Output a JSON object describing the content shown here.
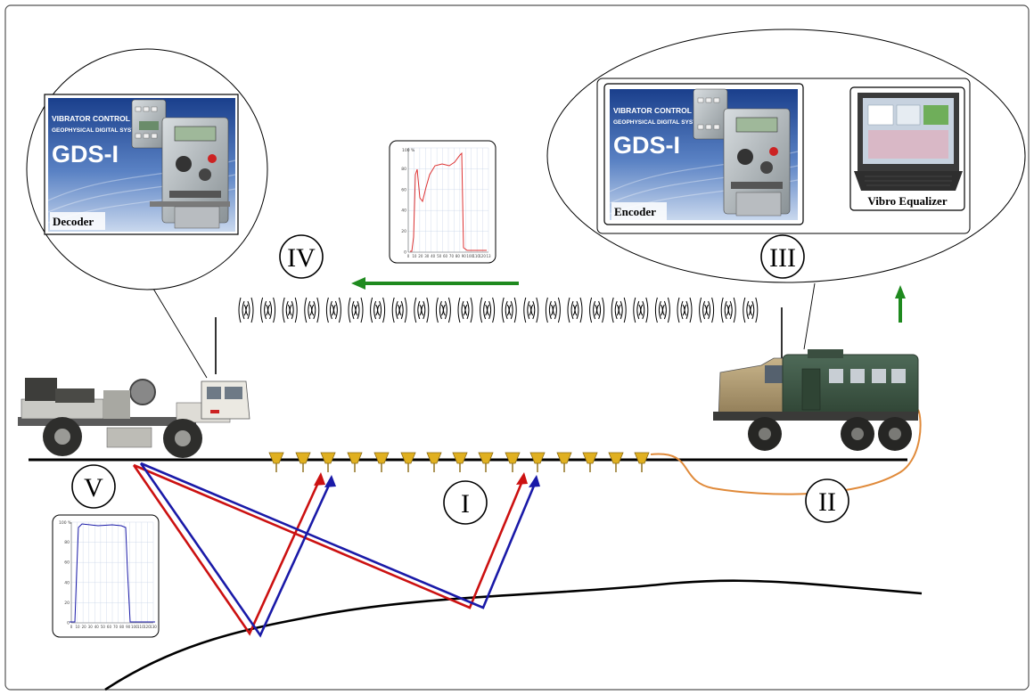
{
  "markers": {
    "I": "I",
    "II": "II",
    "III": "III",
    "IV": "IV",
    "V": "V"
  },
  "decoder_panel": {
    "line1": "VIBRATOR CONTROL",
    "line2": "GEOPHYSICAL DIGITAL SYSTEM",
    "product": "GDS-I",
    "caption": "Decoder"
  },
  "encoder_panel": {
    "line1": "VIBRATOR CONTROL",
    "line2": "GEOPHYSICAL DIGITAL SYSTEM",
    "product": "GDS-I",
    "caption": "Encoder"
  },
  "laptop_panel": {
    "caption": "Vibro Equalizer"
  },
  "chart_top": {
    "y_max_label": "100 %",
    "y_ticks": [
      "80",
      "60",
      "40",
      "20",
      "0"
    ],
    "x_ticks": [
      "0",
      "10",
      "20",
      "30",
      "40",
      "50",
      "60",
      "70",
      "80",
      "90",
      "100",
      "110",
      "120",
      "13"
    ]
  },
  "chart_bottom": {
    "y_max_label": "100 %",
    "y_ticks": [
      "80",
      "60",
      "40",
      "20",
      "0"
    ],
    "x_ticks": [
      "0",
      "10",
      "20",
      "30",
      "40",
      "50",
      "60",
      "70",
      "80",
      "90",
      "100",
      "110",
      "120",
      "130"
    ]
  },
  "colors": {
    "frame": "#555555",
    "ray_red": "#cc1111",
    "ray_blue": "#1a1aa8",
    "arrow_green": "#1f8a1f",
    "cable": "#e08a3a",
    "geophone": "#e0b020",
    "sky_blue": "#1d4ea8"
  }
}
